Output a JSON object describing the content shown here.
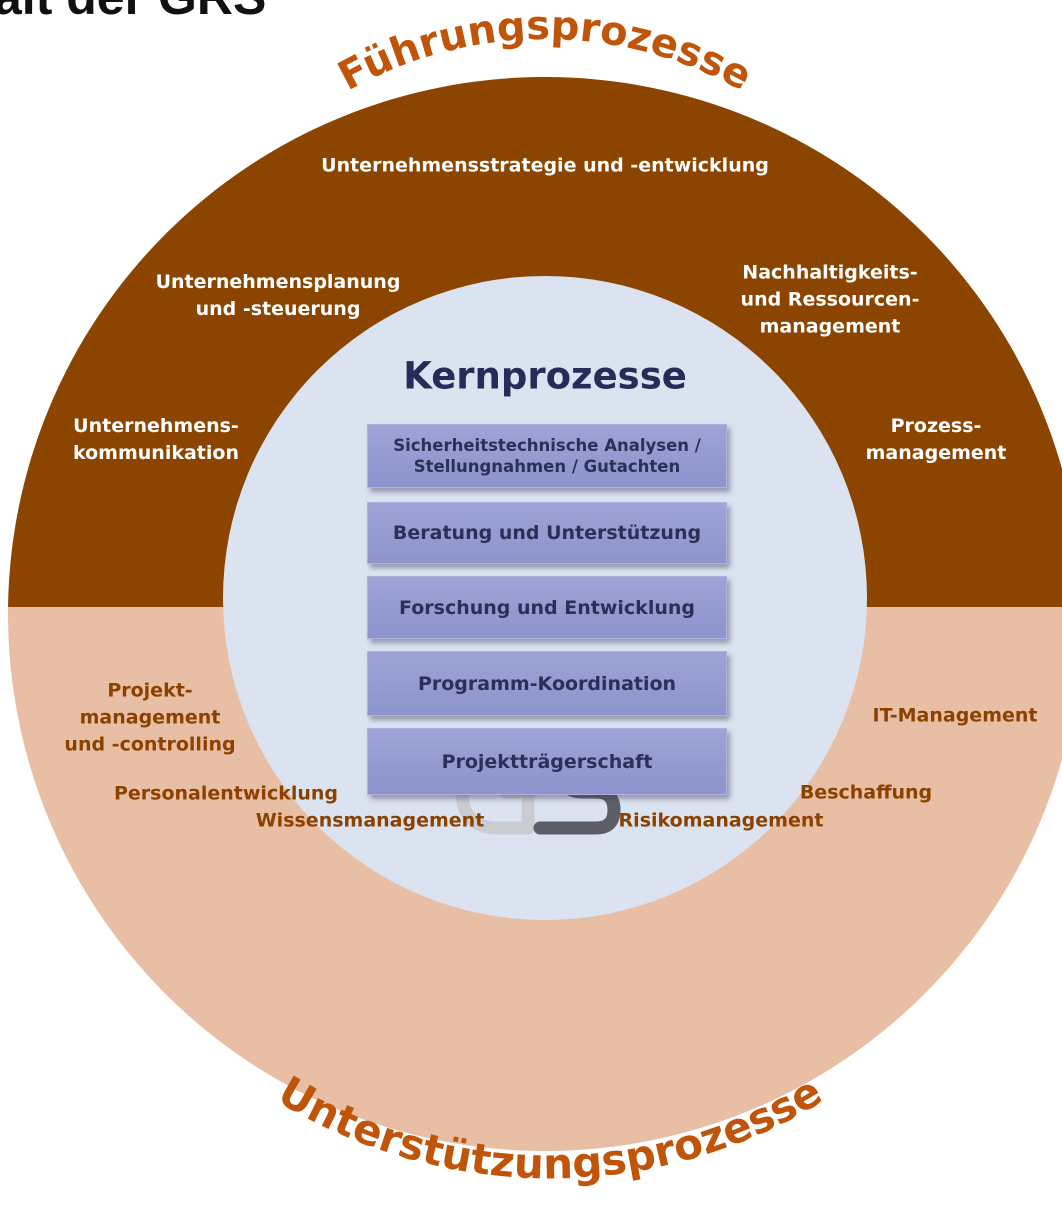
{
  "title_fragment": "alt der GRS",
  "outer_top": {
    "label": "Führungsprozesse",
    "color": "#8b4500",
    "items": [
      "Unternehmensstrategie und -entwicklung",
      "Unternehmensplanung\nund -steuerung",
      "Nachhaltigkeits-\nund Ressourcen-\nmanagement",
      "Unternehmens-\nkommunikation",
      "Prozess-\nmanagement"
    ]
  },
  "outer_bottom": {
    "label": "Unterstützungsprozesse",
    "color": "#e8bfa5",
    "items": [
      "Projekt-\nmanagement\nund -controlling",
      "IT-Management",
      "Personalentwicklung",
      "Beschaffung",
      "Wissensmanagement",
      "Risikomanagement"
    ]
  },
  "core": {
    "title": "Kernprozesse",
    "color": "#dbe3f1",
    "items": [
      "Sicherheitstechnische Analysen /\nStellungnahmen / Gutachten",
      "Beratung und Unterstützung",
      "Forschung und Entwicklung",
      "Programm-Koordination",
      "Projektträgerschaft"
    ],
    "box_color": "#959bd0"
  },
  "logo": {
    "text": "GRS",
    "colors": [
      "#c9ccd1",
      "#5c6066"
    ]
  }
}
